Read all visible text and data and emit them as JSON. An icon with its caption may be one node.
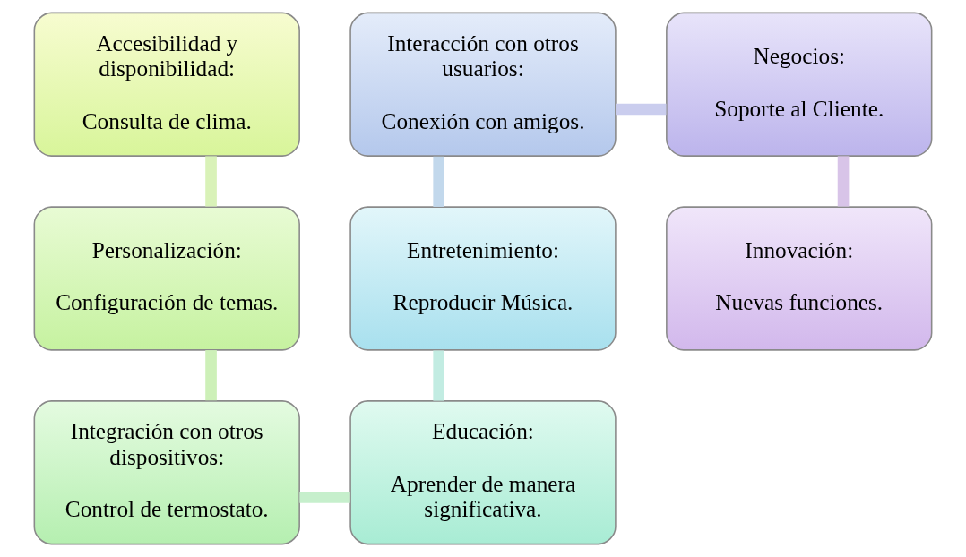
{
  "diagram": {
    "nodes": [
      {
        "text": [
          "Accesibilidad y disponibilidad:",
          "Consulta de clima."
        ]
      },
      {
        "text": [
          "Personalización:",
          "Configuración de temas."
        ]
      },
      {
        "text": [
          "Integración con otros dispositivos:",
          "Control de termostato."
        ]
      },
      {
        "text": [
          "Educación:",
          "Aprender de manera significativa."
        ]
      },
      {
        "text": [
          "Entretenimiento:",
          "Reproducir Música."
        ]
      },
      {
        "text": [
          "Interacción con otros usuarios:",
          "Conexión con amigos."
        ]
      },
      {
        "text": [
          "Negocios:",
          "Soporte al Cliente."
        ]
      },
      {
        "text": [
          "Innovación:",
          "Nuevas funciones."
        ]
      }
    ],
    "edges": [
      {
        "from": 0,
        "to": 1,
        "arrow": "none",
        "color": "#d9f2b8"
      },
      {
        "from": 1,
        "to": 2,
        "arrow": "none",
        "color": "#cdf0b8"
      },
      {
        "from": 2,
        "to": 3,
        "arrow": "none",
        "color": "#c6efcc"
      },
      {
        "from": 3,
        "to": 4,
        "arrow": "none",
        "color": "#c2ece2"
      },
      {
        "from": 4,
        "to": 5,
        "arrow": "none",
        "color": "#c2d8ec"
      },
      {
        "from": 5,
        "to": 6,
        "arrow": "none",
        "color": "#cacdee"
      },
      {
        "from": 6,
        "to": 7,
        "arrow": "none",
        "color": "#d8c4e8"
      }
    ]
  }
}
